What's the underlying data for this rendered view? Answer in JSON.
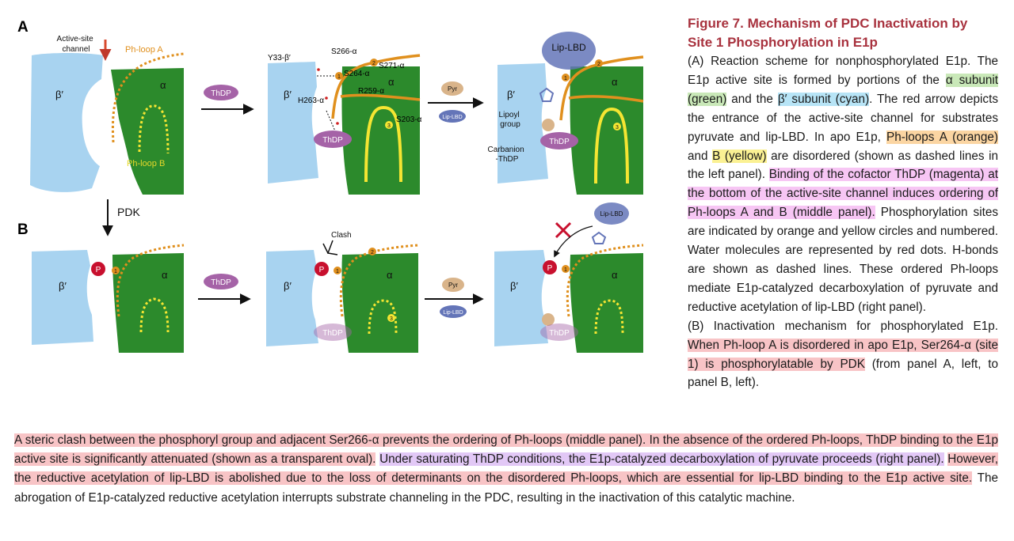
{
  "figure": {
    "panel_a_label": "A",
    "panel_b_label": "B",
    "active_site_channel": [
      "Active-site",
      "channel"
    ],
    "ph_loop_a": "Ph-loop A",
    "ph_loop_b": "Ph-loop B",
    "beta_prime": "β′",
    "alpha": "α",
    "thdp": "ThDP",
    "pyr": "Pyr",
    "lip_lbd": "Lip-LBD",
    "lip_lbd_small": "Lip-LBD",
    "pdk": "PDK",
    "clash": "Clash",
    "p_symbol": "P",
    "site_1": "1",
    "site_2": "2",
    "site_3": "3",
    "residues": {
      "y33": "Y33-β′",
      "s266": "S266-α",
      "s271": "S271-α",
      "s264": "S264-α",
      "h263": "H263-α",
      "r259": "R259-α",
      "s203": "S203-α"
    },
    "lipoyl_group": [
      "Lipoyl",
      "group"
    ],
    "carbanion_thdp": [
      "Carbanion",
      "-ThDP"
    ]
  },
  "caption": {
    "title_line1": "Figure 7.  Mechanism of PDC Inactivation by",
    "title_line2": "Site 1 Phosphorylation in E1p",
    "a_text1": "(A) Reaction scheme for nonphosphorylated E1p. The E1p active site is formed by portions of the ",
    "a_alpha_subunit": "α subunit (green)",
    "a_text2": " and the ",
    "a_beta_subunit": "β′ subunit (cyan)",
    "a_text3": ". The red arrow depicts the entrance of the active-site channel for substrates pyruvate and lip-LBD. In apo E1p, ",
    "a_loop_a": "Ph-loops A (orange)",
    "a_text4": " and ",
    "a_loop_b": "B (yellow)",
    "a_text5": " are disordered (shown as dashed lines in the left panel). ",
    "a_binding": "Binding of the cofactor ThDP (magenta) at the bottom of the active-site channel induces ordering of Ph-loops A and B (middle panel).",
    "a_text6": " Phosphorylation sites are indicated by orange and yellow circles and numbered. Water molecules are represented by red dots. H-bonds are shown as dashed lines. These ordered Ph-loops mediate E1p-catalyzed decarboxylation of pyruvate and reductive acetylation of lip-LBD (right panel).",
    "b_text1": "(B) Inactivation mechanism for phosphorylated E1p. ",
    "b_hl1": "When Ph-loop A is disordered in apo E1p, Ser264-α (site 1) is phosphorylatable by PDK",
    "b_text2": " (from panel A, left, to panel B, left). ",
    "b_hl2": "A steric clash between the phosphoryl group and adjacent Ser266-α prevents the ordering of Ph-loops (middle panel). In the absence of the ordered Ph-loops, ThDP binding to the E1p active site is significantly attenuated (shown as a transparent oval).",
    "b_text3": " ",
    "b_hl3": "Under saturating ThDP conditions, the E1p-catalyzed decarboxylation of pyruvate proceeds (right panel).",
    "b_text4": " ",
    "b_hl4": "However, the reductive acetylation of lip-LBD is abolished due to the loss of determinants on the disordered Ph-loops, which are essential for lip-LBD binding to the E1p active site.",
    "b_text5": " The abrogation of E1p-catalyzed reductive acetylation interrupts substrate channeling in the PDC, resulting in the inactivation of this catalytic machine."
  }
}
